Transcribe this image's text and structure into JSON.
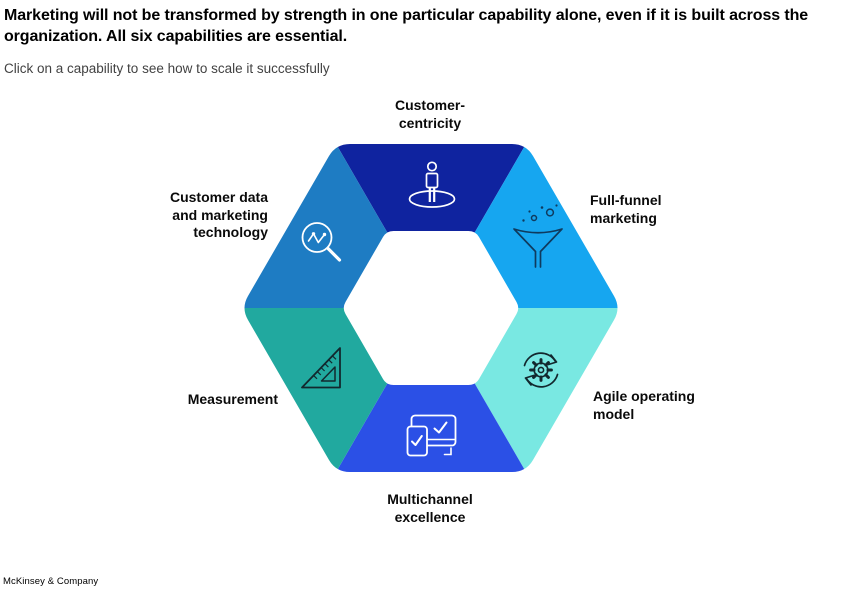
{
  "header": {
    "title_line1": "Marketing will not be transformed by strength in one particular capability alone, even if it is built",
    "title_line2": "across the organization. All six capabilities are essential.",
    "subtitle": "Click on a capability to see how to scale it successfully"
  },
  "diagram": {
    "segments": {
      "customer_centricity": {
        "label_line1": "Customer-",
        "label_line2": "centricity",
        "color": "#0f239f",
        "icon": "person-spotlight-icon",
        "icon_color": "#ffffff"
      },
      "full_funnel_marketing": {
        "label_line1": "Full-funnel",
        "label_line2": "marketing",
        "color": "#16a6f0",
        "icon": "funnel-icon",
        "icon_color": "#0f3a5e"
      },
      "agile_operating_model": {
        "label_line1": "Agile operating",
        "label_line2": "model",
        "color": "#79e8e2",
        "icon": "gear-refresh-icon",
        "icon_color": "#12282e"
      },
      "multichannel_excellence": {
        "label_line1": "Multichannel",
        "label_line2": "excellence",
        "color": "#2b50e6",
        "icon": "devices-checkmark-icon",
        "icon_color": "#ffffff"
      },
      "measurement": {
        "label_line1": "Measurement",
        "color": "#21a99f",
        "icon": "set-square-icon",
        "icon_color": "#12282e"
      },
      "customer_data_marketing_technology": {
        "label_line1": "Customer data",
        "label_line2": "and marketing",
        "label_line3": "technology",
        "color": "#1e7cc3",
        "icon": "magnifier-trendline-icon",
        "icon_color": "#ffffff"
      }
    }
  },
  "footer": {
    "brand": "McKinsey & Company"
  }
}
